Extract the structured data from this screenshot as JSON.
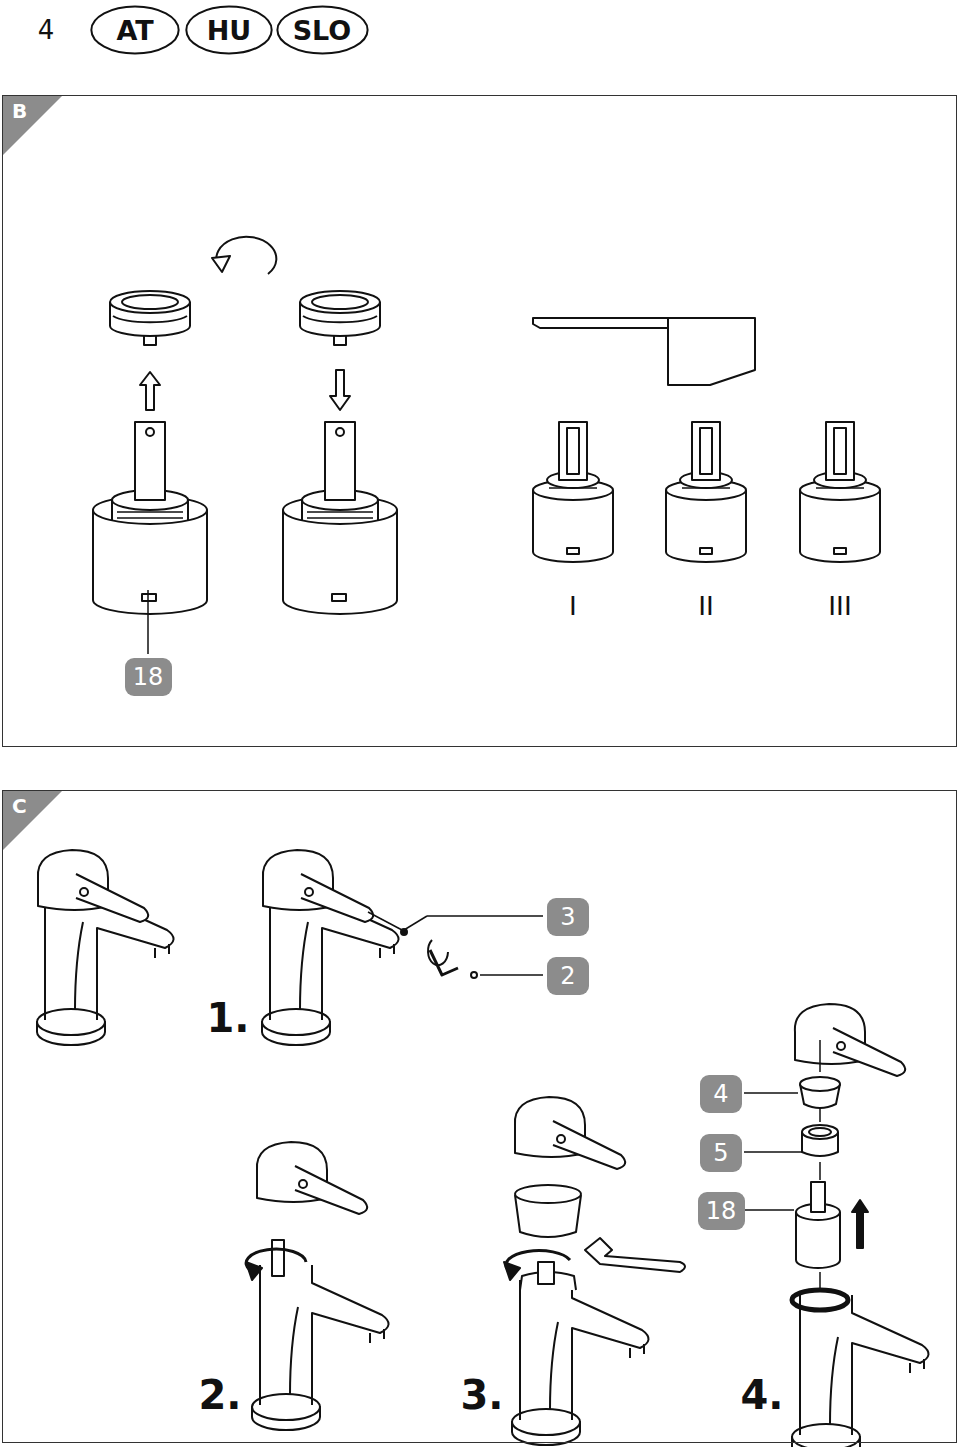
{
  "diagram": {
    "nodes": [
      {
        "text": [
          "AT"
        ]
      },
      {
        "text": [
          "HU"
        ]
      },
      {
        "text": [
          "SLO"
        ]
      },
      {
        "text": [
          "B"
        ]
      },
      {
        "text": [
          "18"
        ],
        "in": 3
      },
      {
        "text": [
          "C"
        ]
      },
      {
        "text": [
          "3"
        ],
        "in": 5
      },
      {
        "text": [
          "2"
        ],
        "in": 5
      },
      {
        "text": [
          "4"
        ],
        "in": 5
      },
      {
        "text": [
          "5"
        ],
        "in": 5
      },
      {
        "text": [
          "18"
        ],
        "in": 5
      }
    ],
    "labels": [
      "4",
      "I",
      "II",
      "III",
      "1.",
      "2.",
      "3.",
      "4."
    ]
  }
}
